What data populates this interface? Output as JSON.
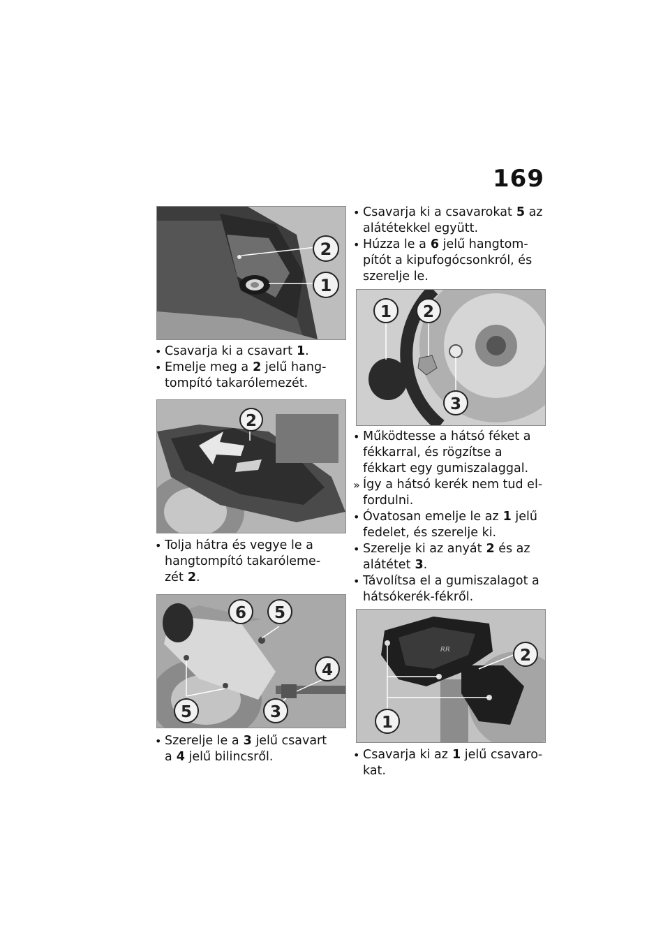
{
  "page": {
    "number": "169"
  },
  "col1": {
    "block1": [
      {
        "mark": "•",
        "pre": "Csavarja ki a csavart",
        "ref": "1",
        "post": "."
      },
      {
        "mark": "•",
        "pre": "Emelje meg a",
        "ref": "2",
        "post": " jelű hang­tompító takarólemezét."
      }
    ],
    "block2": [
      {
        "mark": "•",
        "pre": "Tolja hátra és vegye le a hangtompító takaróleme­zét",
        "ref": "2",
        "post": "."
      }
    ],
    "block3": [
      {
        "mark": "•",
        "pre": "Szerelje le a",
        "ref": "3",
        "post": " jelű csavart a",
        "ref2": "4",
        "post2": " jelű bilincsről."
      }
    ]
  },
  "col2": {
    "block1": [
      {
        "mark": "•",
        "pre": "Csavarja ki a csavarokat",
        "ref": "5",
        "post": " az alátétekkel együtt."
      },
      {
        "mark": "•",
        "pre": "Húzza le a",
        "ref": "6",
        "post": " jelű hangtom­pítót a kipufogócsonkról, és szerelje le."
      }
    ],
    "block2": [
      {
        "mark": "•",
        "pre": "Működtesse a hátsó féket a fékkarral, és rögzítse a fékkart egy gumiszalaggal.",
        "ref": "",
        "post": ""
      },
      {
        "mark": "»",
        "pre": "Így a hátsó kerék nem tud el­fordulni.",
        "ref": "",
        "post": ""
      },
      {
        "mark": "•",
        "pre": "Óvatosan emelje le az",
        "ref": "1",
        "post": " jelű fedelet, és szerelje ki."
      },
      {
        "mark": "•",
        "pre": "Szerelje ki az anyát",
        "ref": "2",
        "post": " és az alátétet",
        "ref2": "3",
        "post2": "."
      },
      {
        "mark": "•",
        "pre": "Távolítsa el a gumiszalagot a hátsókerék-fékről.",
        "ref": "",
        "post": ""
      }
    ],
    "block3": [
      {
        "mark": "•",
        "pre": "Csavarja ki az",
        "ref": "1",
        "post": " jelű csavaro­kat."
      }
    ]
  },
  "callouts": {
    "photo1": [
      "2",
      "1"
    ],
    "photo2": [
      "2"
    ],
    "photo3": [
      "6",
      "5",
      "4",
      "5",
      "3"
    ],
    "photo4": [
      "1",
      "2",
      "3"
    ],
    "photo5": [
      "2",
      "1"
    ]
  }
}
